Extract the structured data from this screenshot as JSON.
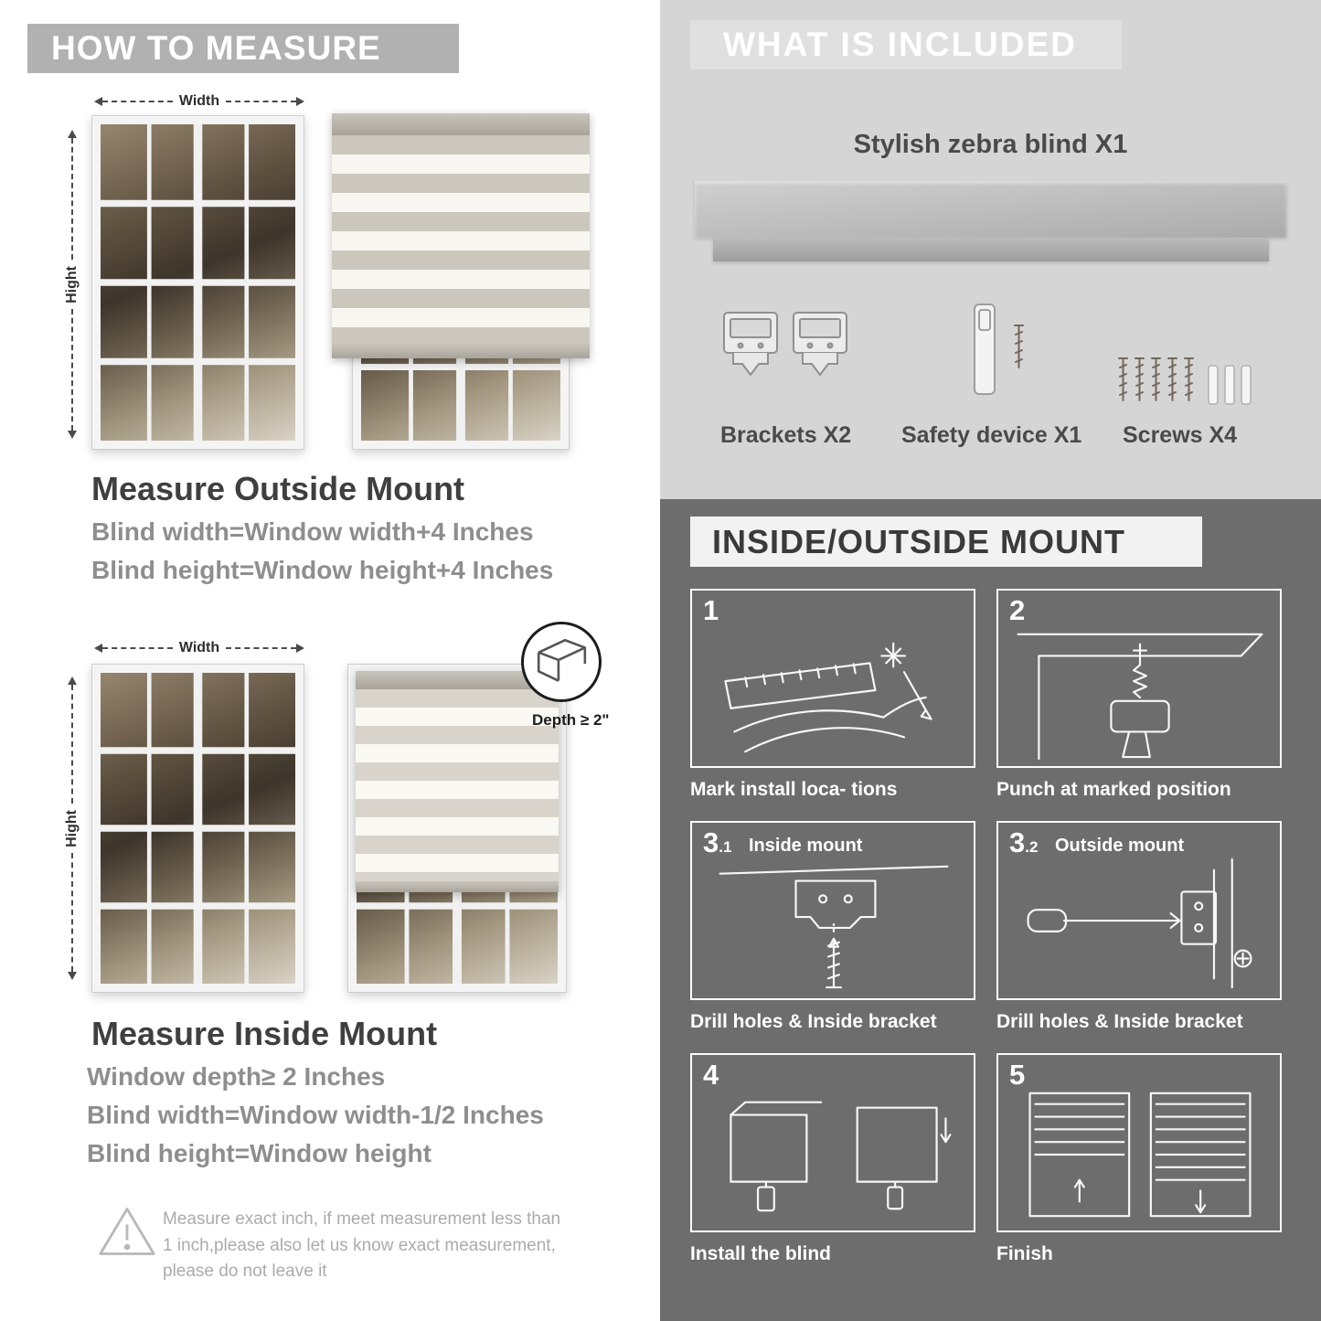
{
  "how_to_measure": {
    "header": "HOW TO MEASURE",
    "outside": {
      "width_label": "Width",
      "height_label": "Hight",
      "title": "Measure Outside Mount",
      "lines": [
        "Blind width=Window width+4 Inches",
        "Blind height=Window height+4 Inches"
      ]
    },
    "inside": {
      "width_label": "Width",
      "height_label": "Hight",
      "depth_label": "Depth ≥ 2\"",
      "title": "Measure Inside Mount",
      "lines": [
        "Window depth≥ 2 Inches",
        "Blind width=Window width-1/2 Inches",
        "Blind height=Window height"
      ]
    },
    "warning": "Measure exact inch, if meet measurement less than 1 inch,please also let us know exact measurement, please do not leave it"
  },
  "included": {
    "header": "WHAT IS INCLUDED",
    "blind_label": "Stylish zebra blind X1",
    "items": [
      {
        "label": "Brackets X2"
      },
      {
        "label": "Safety device X1"
      },
      {
        "label": "Screws X4"
      }
    ]
  },
  "mount": {
    "header": "INSIDE/OUTSIDE MOUNT",
    "steps": [
      {
        "num": "1",
        "sub": "",
        "inner_label": "",
        "caption": "Mark install loca- tions"
      },
      {
        "num": "2",
        "sub": "",
        "inner_label": "",
        "caption": "Punch at  marked position"
      },
      {
        "num": "3",
        "sub": ".1",
        "inner_label": "Inside mount",
        "caption": "Drill holes &  Inside bracket"
      },
      {
        "num": "3",
        "sub": ".2",
        "inner_label": "Outside mount",
        "caption": "Drill holes &  Inside bracket"
      },
      {
        "num": "4",
        "sub": "",
        "inner_label": "",
        "caption": "Install the blind"
      },
      {
        "num": "5",
        "sub": "",
        "inner_label": "",
        "caption": "Finish"
      }
    ]
  },
  "colors": {
    "banner_gray": "#b1b1b1",
    "panel_light": "#d5d5d5",
    "panel_dark": "#6d6d6d",
    "heading_text": "#3f3f3f",
    "formula_text": "#8e8e8e"
  }
}
